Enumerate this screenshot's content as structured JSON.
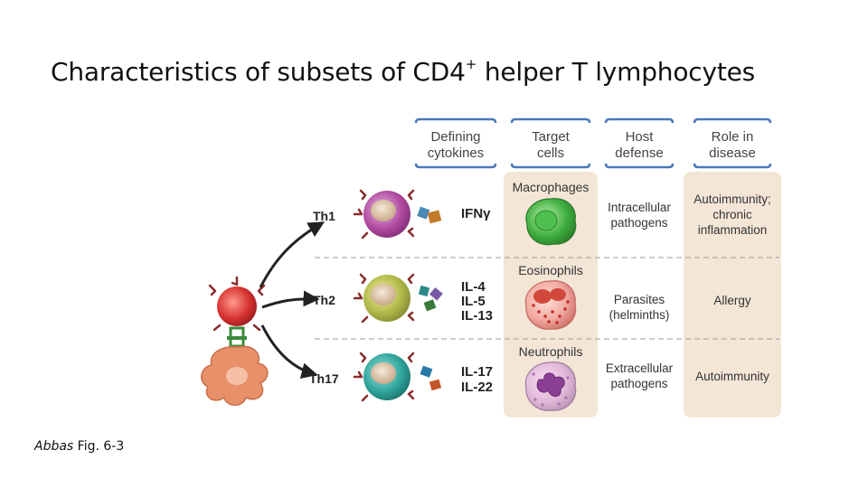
{
  "title": {
    "main": "Characteristics of subsets of CD4",
    "sup": "+",
    "rest": " helper T lymphocytes"
  },
  "caption": {
    "author": "Abbas",
    "fig": " Fig. 6-3"
  },
  "headers": [
    {
      "line1": "Defining",
      "line2": "cytokines"
    },
    {
      "line1": "Target",
      "line2": "cells"
    },
    {
      "line1": "Host",
      "line2": "defense"
    },
    {
      "line1": "Role in",
      "line2": "disease"
    }
  ],
  "rows": [
    {
      "subset": "Th1",
      "cytokines": [
        "IFNγ"
      ],
      "target": "Macrophages",
      "defense": [
        "Intracellular",
        "pathogens"
      ],
      "disease": [
        "Autoimmunity;",
        "chronic",
        "inflammation"
      ],
      "cell_color": "#b04aa0",
      "target_color": "#3fae3f"
    },
    {
      "subset": "Th2",
      "cytokines": [
        "IL-4",
        "IL-5",
        "IL-13"
      ],
      "target": "Eosinophils",
      "defense": [
        "Parasites",
        "(helminths)"
      ],
      "disease": [
        "Allergy"
      ],
      "cell_color": "#a8b040",
      "target_color": "#d2483c"
    },
    {
      "subset": "Th17",
      "cytokines": [
        "IL-17",
        "IL-22"
      ],
      "target": "Neutrophils",
      "defense": [
        "Extracellular",
        "pathogens"
      ],
      "disease": [
        "Autoimmunity"
      ],
      "cell_color": "#2fa39a",
      "target_color": "#8a3f95"
    }
  ],
  "colors": {
    "panel": "#f3e6d6",
    "header_blue": "#4a78b8",
    "naive_cell": "#d63030",
    "apc_cell": "#e8906a",
    "receptor": "#8a2d2d"
  }
}
